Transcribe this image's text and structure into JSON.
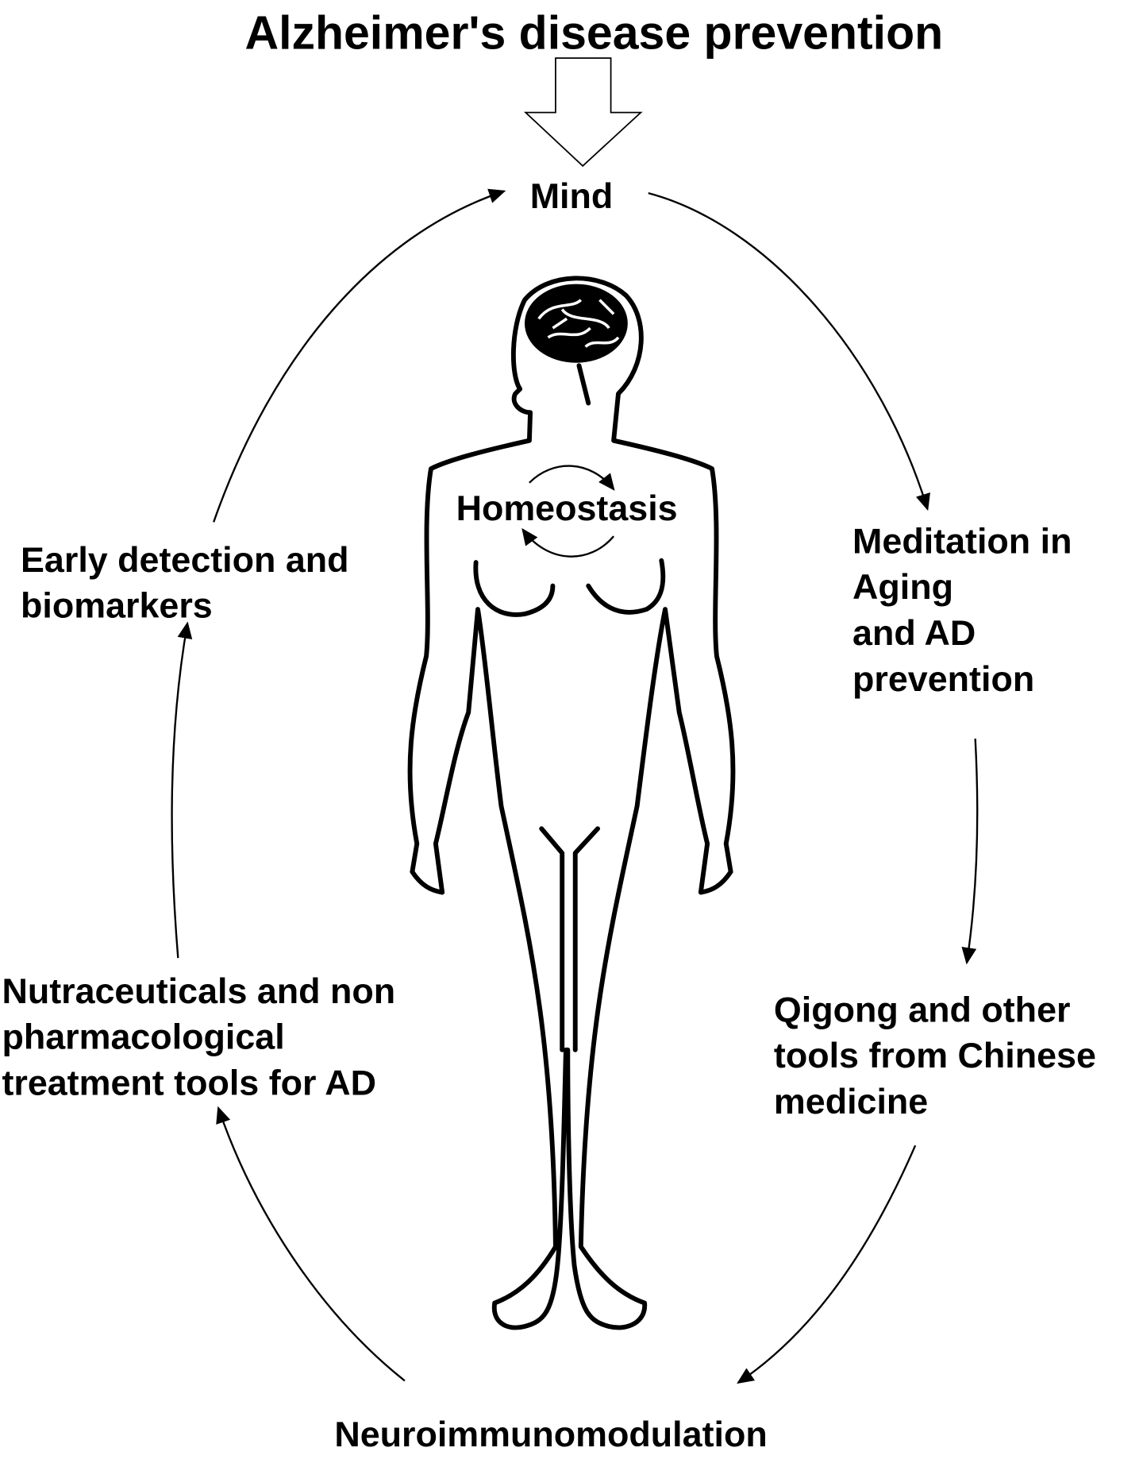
{
  "title": "Alzheimer's disease prevention",
  "center_label": "Homeostasis",
  "nodes": {
    "mind": "Mind",
    "meditation": [
      "Meditation in",
      "Aging",
      "and AD",
      "prevention"
    ],
    "qigong": [
      "Qigong and other",
      "tools from Chinese",
      "medicine"
    ],
    "neuro": "Neuroimmunomodulation",
    "nutraceuticals": [
      "Nutraceuticals and non",
      "pharmacological",
      "treatment tools for AD"
    ],
    "early": [
      "Early detection and",
      "biomarkers"
    ]
  },
  "colors": {
    "ink": "#000000",
    "background": "#ffffff"
  }
}
